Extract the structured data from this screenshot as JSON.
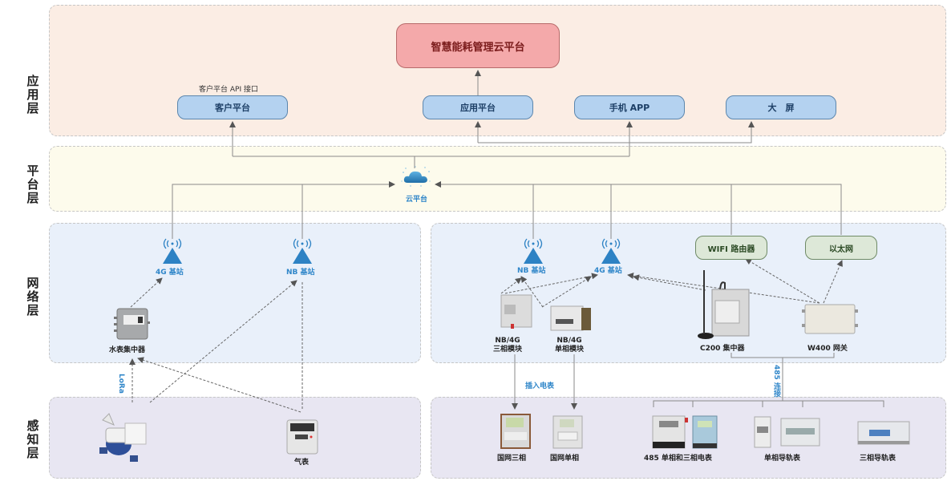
{
  "layers": {
    "application": "应用层",
    "platform": "平台层",
    "network": "网络层",
    "perception": "感知层"
  },
  "application": {
    "main_platform": "智慧能耗管理云平台",
    "api_note": "客户平台 API 接口",
    "clients": [
      "客户平台",
      "应用平台",
      "手机 APP",
      "大　屏"
    ]
  },
  "platform": {
    "cloud_label": "云平台",
    "cloud_icon": "cloud-icon"
  },
  "network": {
    "left": {
      "stations": [
        "4G 基站",
        "NB 基站"
      ],
      "water_concentrator": "水表集中器"
    },
    "right": {
      "stations": [
        "NB 基站",
        "4G 基站"
      ],
      "routers": [
        "WIFI 路由器",
        "以太网"
      ],
      "modules": [
        {
          "line1": "NB/4G",
          "line2": "三相模块"
        },
        {
          "line1": "NB/4G",
          "line2": "单相模块"
        }
      ],
      "concentrator": "C200 集中器",
      "gateway": "W400 网关"
    },
    "station_icon": "signal-tower-icon"
  },
  "links": {
    "lora": "LoRa",
    "plug_in": "插入电表",
    "rs485": "485 连接"
  },
  "perception": {
    "left": {
      "water_meter": "",
      "gas_meter": "气表"
    },
    "right": {
      "meters": [
        "国网三相",
        "国网单相",
        "485 单相和三相电表",
        "单相导轨表",
        "三相导轨表"
      ]
    }
  },
  "colors": {
    "app_panel": "#fbede4",
    "platform_panel": "#fdfbec",
    "network_panel": "#e9f0fa",
    "perception_panel": "#e8e6f2",
    "main_box": "#f4a9aa",
    "client_box": "#b4d2f0",
    "router_box": "#dde8d8",
    "accent_blue": "#2f86c9"
  }
}
